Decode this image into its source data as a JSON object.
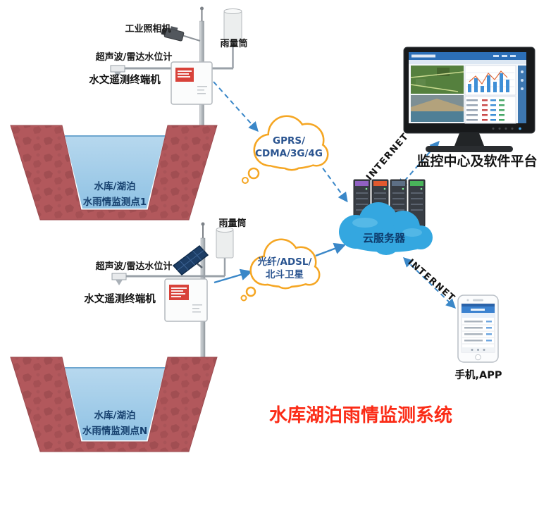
{
  "title": {
    "text": "水库湖泊雨情监测系统"
  },
  "stations": {
    "station1": {
      "camera_label": "工业照相机",
      "rain_gauge_label": "雨量筒",
      "water_level_label": "超声波/雷达水位计",
      "terminal_label": "水文遥测终端机",
      "reservoir_name": "水库/湖泊",
      "site_label": "水雨情监测点1"
    },
    "station2": {
      "rain_gauge_label": "雨量筒",
      "water_level_label": "超声波/雷达水位计",
      "terminal_label": "水文遥测终端机",
      "reservoir_name": "水库/湖泊",
      "site_label": "水雨情监测点N"
    }
  },
  "network": {
    "gprs_cloud": {
      "line1": "GPRS/",
      "line2": "CDMA/3G/4G"
    },
    "fiber_cloud": {
      "line1": "光纤/ADSL/",
      "line2": "北斗卫星"
    },
    "cloud_server_label": "云服务器",
    "internet_link_top": "INTERNET",
    "internet_link_bottom": "INTERNET"
  },
  "endpoints": {
    "monitor_label": "监控中心及软件平台",
    "phone_label": "手机,APP"
  },
  "colors": {
    "link_blue": "#3a87c8",
    "cloud_outline_orange": "#f5a623",
    "cloud_text_blue": "#2a5490",
    "server_cloud_blue": "#34a7e0",
    "reservoir_wall_red": "#b2585c",
    "water_blue": "#a9cfe9",
    "title_red": "#fb2b16"
  }
}
